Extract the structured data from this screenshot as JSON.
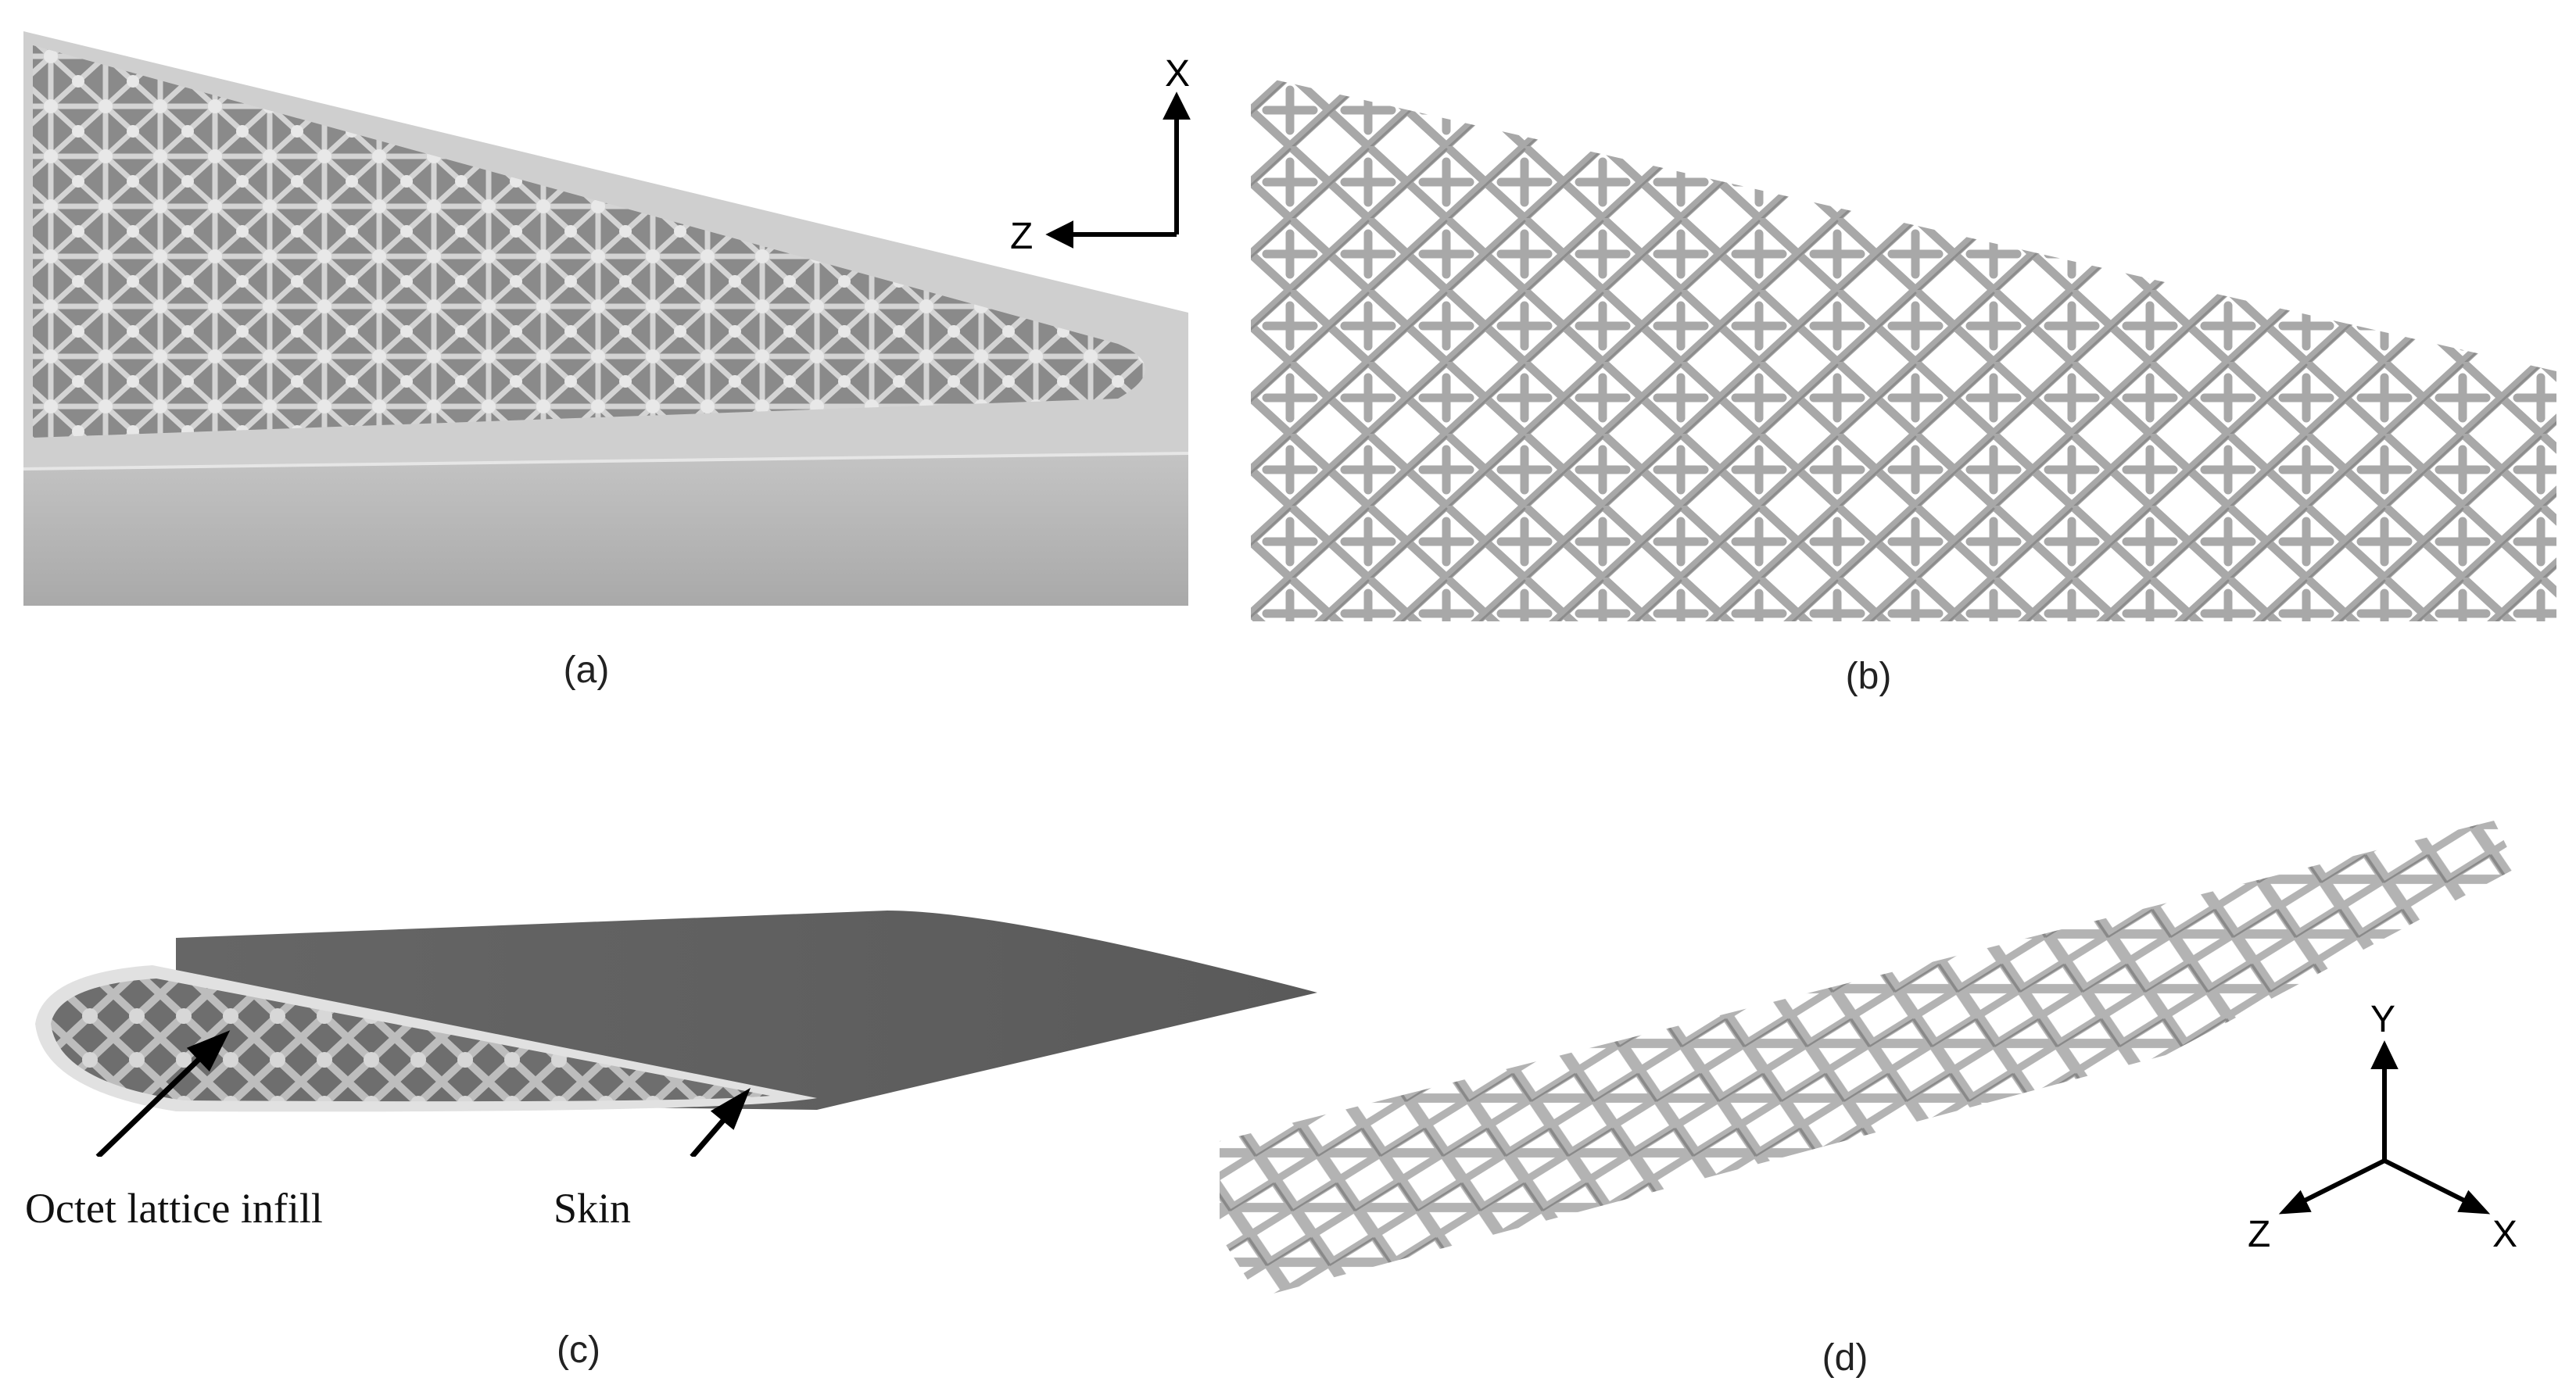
{
  "panels": {
    "a": {
      "caption": "(a)",
      "axes": {
        "x_label": "X",
        "z_label": "Z"
      }
    },
    "b": {
      "caption": "(b)"
    },
    "c": {
      "caption": "(c)",
      "callouts": {
        "infill": "Octet lattice infill",
        "skin": "Skin"
      }
    },
    "d": {
      "caption": "(d)",
      "axes": {
        "y_label": "Y",
        "z_label": "Z",
        "x_label": "X"
      }
    }
  },
  "colors": {
    "skin_light": "#d9d9d9",
    "skin_dark": "#6a6a6a",
    "lattice_strut": "#b9b9b9",
    "lattice_shadow": "#7d7d7d",
    "arrow": "#000000"
  },
  "icons": [
    "axis-arrow-icon",
    "callout-arrow-icon"
  ]
}
